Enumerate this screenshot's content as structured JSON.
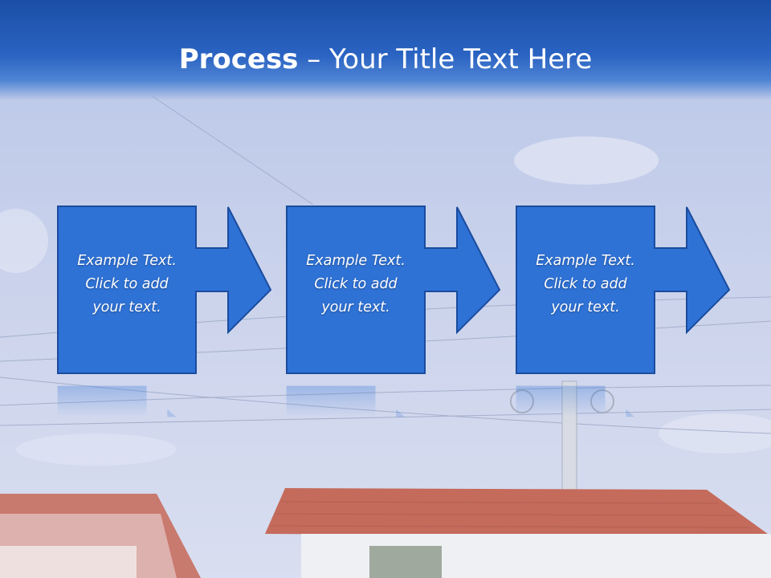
{
  "title": {
    "bold": "Process",
    "rest": " – Your Title Text Here"
  },
  "steps": [
    {
      "line1": "Example Text.",
      "line2": "Click  to add",
      "line3": "your text."
    },
    {
      "line1": "Example Text.",
      "line2": "Click  to add",
      "line3": "your text."
    },
    {
      "line1": "Example Text.",
      "line2": "Click  to add",
      "line3": "your text."
    }
  ],
  "colors": {
    "box_fill": "#2f72d6",
    "box_stroke": "#1a4c9e",
    "title_band": "#2a63c2",
    "sky": "#c9d3ea",
    "roof": "#c46b5c"
  }
}
